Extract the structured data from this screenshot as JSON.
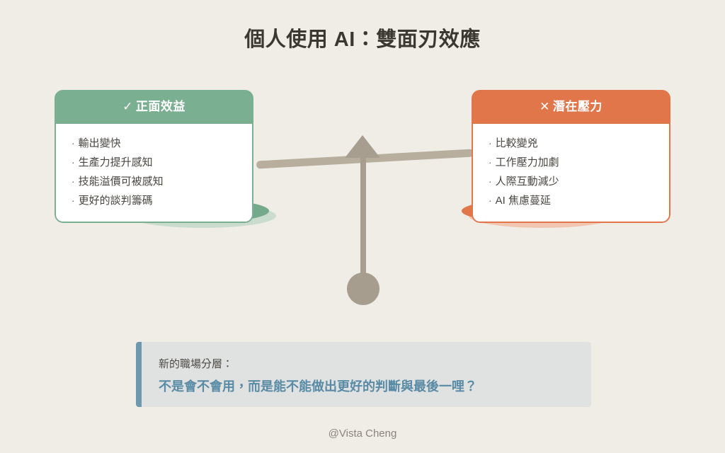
{
  "title": "個人使用 AI：雙面刃效應",
  "colors": {
    "background": "#F0EDE6",
    "title_text": "#3B3832",
    "positive": "#7BAF92",
    "positive_pan": "#74A98C",
    "positive_shadow": "#C9DCCD",
    "negative": "#E2764B",
    "negative_shadow": "#F2C7B2",
    "beam": "#B7AE9E",
    "fulcrum": "#A89E8F",
    "callout_bg": "#DFE2E0",
    "callout_accent": "#6E98AE",
    "callout_emphasis_text": "#5A8BA6",
    "footer_text": "#8A857C"
  },
  "cards": {
    "positive": {
      "mark": "✓",
      "heading": "正面效益",
      "bullet_marker": "·",
      "items": [
        "輸出變快",
        "生產力提升感知",
        "技能溢價可被感知",
        "更好的談判籌碼"
      ]
    },
    "negative": {
      "mark": "✕",
      "heading": "潛在壓力",
      "bullet_marker": "·",
      "items": [
        "比較變兇",
        "工作壓力加劇",
        "人際互動減少",
        "AI 焦慮蔓延"
      ]
    }
  },
  "callout": {
    "lead": "新的職場分層：",
    "emphasis": "不是會不會用，而是能不能做出更好的判斷與最後一哩？"
  },
  "footer": {
    "credit": "@Vista Cheng"
  }
}
